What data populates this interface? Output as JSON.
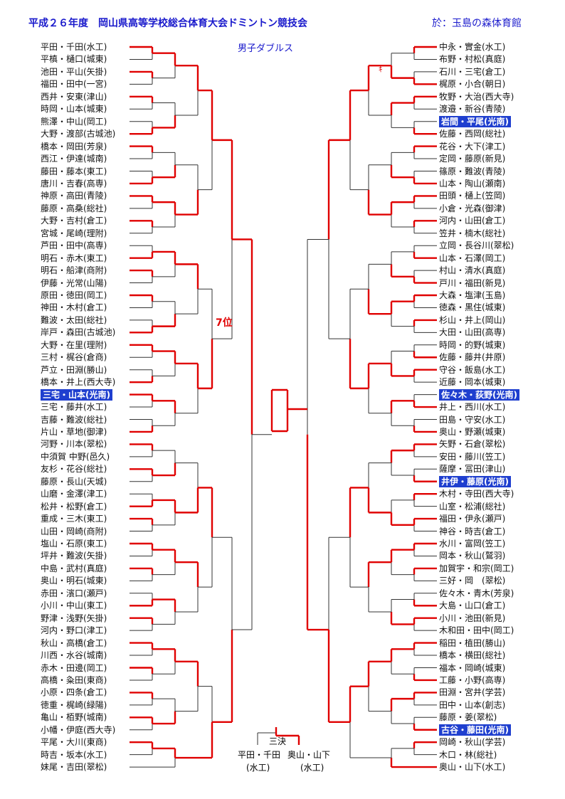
{
  "header": {
    "title": "平成２６年度　岡山県高等学校総合体育大会ドミントン競技会",
    "venue": "於：玉島の森体育館"
  },
  "event_title": "男子ダブルス",
  "rank_label": "7位",
  "mark_label": "ｷ",
  "left_pairs": [
    "平田・千田(水工)",
    "平槙・樋口(城東)",
    "池田・平山(矢掛)",
    "福田・田中(一宮)",
    "西井・安東(津山)",
    "時岡・山本(城東)",
    "熊澤・中山(岡工)",
    "大野・渡部(古城池)",
    "橋本・岡田(芳泉)",
    "西江・伊達(城南)",
    "藤田・藤本(東工)",
    "唐川・吉春(高専)",
    "神原・高田(青陵)",
    "藤原・高桑(総社)",
    "大野・吉村(倉工)",
    "宮城・尾崎(理附)",
    "芦田・田中(高専)",
    "明石・赤木(東工)",
    "明石・船津(商附)",
    "伊藤・光常(山陽)",
    "原田・徳田(岡工)",
    "神田・木村(倉工)",
    "難波・太田(総社)",
    "岸戸・森田(古城池)",
    "大野・在里(理附)",
    "三村・梶谷(倉商)",
    "芦立・田淵(勝山)",
    "橋本・井上(西大寺)",
    "三宅・山本(光南)",
    "三宅・藤井(水工)",
    "吉藤・難波(総社)",
    "片山・草地(御津)",
    "河野・川本(翠松)",
    "中須賀 中野(邑久)",
    "友杉・花谷(総社)",
    "藤原・長山(天城)",
    "山磨・金澤(津工)",
    "松井・松野(倉工)",
    "重成・三木(東工)",
    "山田・岡崎(商附)",
    "塩山・石原(東工)",
    "坪井・難波(矢掛)",
    "中島・武村(真庭)",
    "奥山・明石(城東)",
    "赤田・濱口(瀬戸)",
    "小川・中山(東工)",
    "野津・浅野(矢掛)",
    "河内・野口(津工)",
    "秋山・高橋(倉工)",
    "川西・水谷(城南)",
    "赤木・田邊(岡工)",
    "高橋・粂田(東商)",
    "小原・四条(倉工)",
    "徳重・梶崎(緑陽)",
    "亀山・栢野(城南)",
    "小幡・伊庭(西大寺)",
    "平尾・大川(東商)",
    "時吉・坂本(水工)",
    "妹尾・吉田(翠松)"
  ],
  "right_pairs": [
    "中永・實金(水工)",
    "布野・村松(真庭)",
    "石川・三宅(倉工)",
    "梶原・小合(朝日)",
    "牧野・大治(西大寺)",
    "渡邉・新谷(青陵)",
    "岩間・平尾(光南)",
    "佐藤・西岡(総社)",
    "花谷・大下(津工)",
    "定岡・藤原(新見)",
    "篠原・難波(青陵)",
    "山本・陶山(瀬南)",
    "田頭・樋上(笠岡)",
    "小倉・光森(御津)",
    "河内・山田(倉工)",
    "笠井・楠木(総社)",
    "立岡・長谷川(翠松)",
    "山本・石澤(岡工)",
    "村山・清水(真庭)",
    "戸川・福田(新見)",
    "大森・塩津(玉島)",
    "徳森・黒住(城東)",
    "杉山・井上(岡山)",
    "大田・山田(高専)",
    "時岡・的野(城東)",
    "佐藤・藤井(井原)",
    "守谷・飯島(水工)",
    "近藤・岡本(城東)",
    "佐々木・荻野(光南)",
    "井上・西川(水工)",
    "田島・守安(水工)",
    "奥山・野瀬(城東)",
    "矢野・石倉(翠松)",
    "安田・藤川(笠工)",
    "薩摩・冨田(津山)",
    "井伊・藤原(光南)",
    "木村・寺田(西大寺)",
    "山室・松浦(総社)",
    "福田・伊永(瀬戸)",
    "神谷・時吉(倉工)",
    "水川・富岡(笠工)",
    "岡本・秋山(鷲羽)",
    "加賀宇・和宗(岡工)",
    "三好・岡　(翠松)",
    "佐々木・青木(芳泉)",
    "大島・山口(倉工)",
    "小川・池田(新見)",
    "木和田・田中(岡工)",
    "稲田・植田(勝山)",
    "橋本・横田(総社)",
    "福本・岡崎(城東)",
    "工藤・小野(高専)",
    "田淵・宮井(学芸)",
    "田中・山本(創志)",
    "藤原・姜(翠松)",
    "古谷・藤田(光南)",
    "岡崎・秋山(学芸)",
    "木口・林(総社)",
    "奥山・山下(水工)"
  ],
  "third_place": {
    "title": "三決",
    "left_name": "平田・千田",
    "left_school": "(水工)",
    "right_name": "奥山・山下",
    "right_school": "(水工)"
  },
  "colors": {
    "header_blue": "#1a1acc",
    "winner_red": "#e00000",
    "line_black": "#333333",
    "highlight": "#1f3fcf"
  }
}
